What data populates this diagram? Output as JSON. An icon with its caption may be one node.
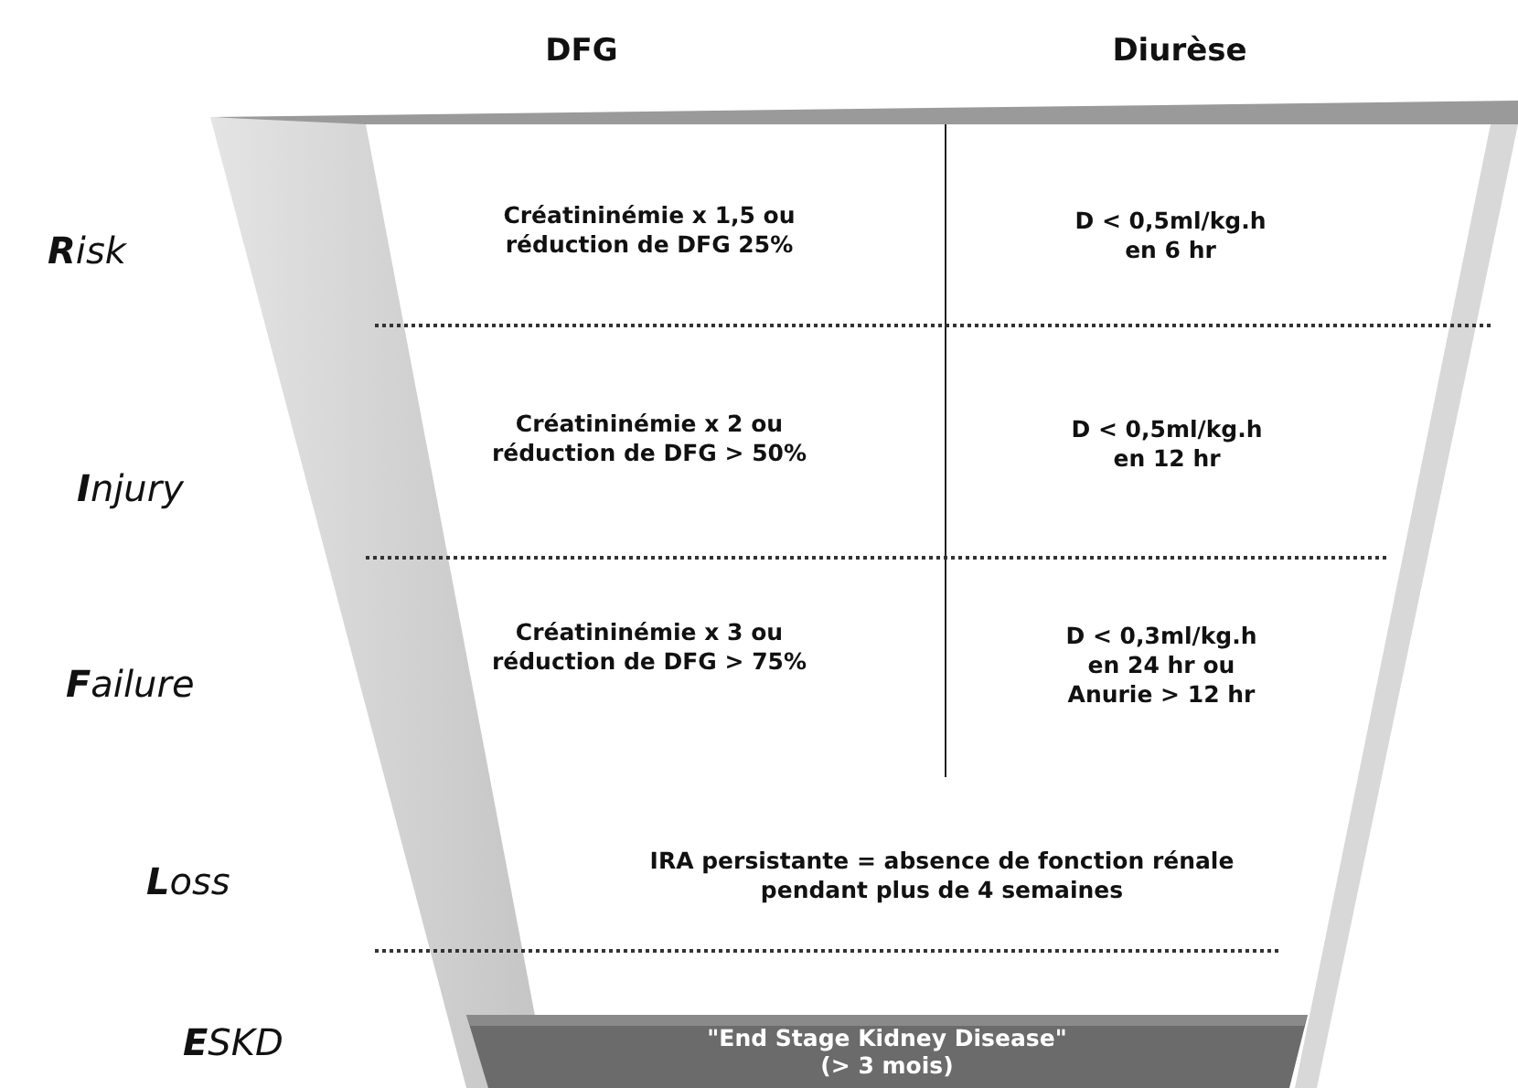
{
  "diagram": {
    "nodes": [
      {
        "text": [
          "Créatininémie x 1,5 ou réduction de DFG 25%",
          "D < 0,5ml/kg.h en 6 hr",
          "Créatininémie x 2 ou réduction de DFG > 50%",
          "D < 0,5ml/kg.h en 12 hr",
          "Créatininémie x 3 ou réduction de DFG > 75%",
          "D < 0,3ml/kg.h en 24 hr ou Anurie > 12 hr",
          "IRA persistante = absence de fonction rénale pendant plus de 4 semaines"
        ]
      },
      {
        "text": [
          "\"End Stage Kidney Disease\" (> 3 mois)"
        ],
        "in": 0
      }
    ],
    "labels": [
      "DFG",
      "Diurèse",
      "**R**isk",
      "**I**njury",
      "**F**ailure",
      "**L**oss",
      "**E**SKD"
    ]
  }
}
